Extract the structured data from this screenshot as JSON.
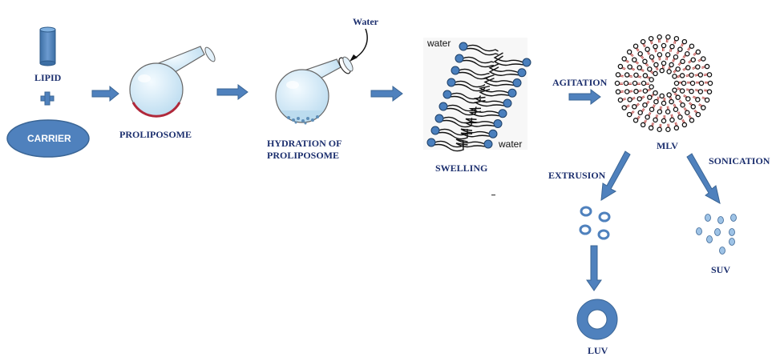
{
  "labels": {
    "lipid": "LIPID",
    "carrier": "CARRIER",
    "proliposome": "PROLIPOSOME",
    "water_top": "Water",
    "hydration_line1": "HYDRATION  OF",
    "hydration_line2": "PROLIPOSOME",
    "swelling": "SWELLING",
    "water_swelling_top": "water",
    "water_swelling_bottom": "water",
    "agitation": "AGITATION",
    "mlv": "MLV",
    "extrusion": "EXTRUSION",
    "sonication": "SONICATION",
    "luv": "LUV",
    "suv": "SUV"
  },
  "colors": {
    "label": "#1c2f6e",
    "arrow": "#4f81bd",
    "arrow_stroke": "#3a6595",
    "vesicle_fill": "#9ec3e6",
    "flask_fill": "#cfe6f5",
    "lipid_film": "#b0283a",
    "mlv_tail": "#c0504d"
  }
}
